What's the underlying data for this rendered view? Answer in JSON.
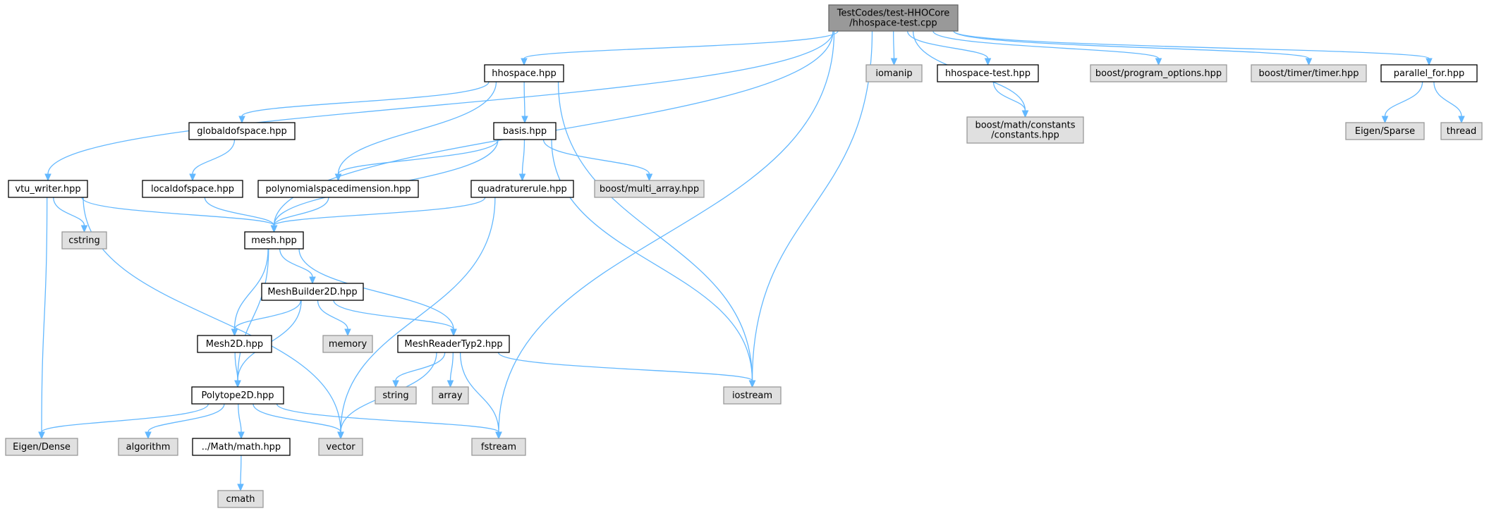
{
  "graph": {
    "edge_color": "#63b8ff",
    "node_styles": {
      "root": {
        "fill": "#999999",
        "stroke": "#666666"
      },
      "local": {
        "fill": "#ffffff",
        "stroke": "#000000"
      },
      "external": {
        "fill": "#e0e0e0",
        "stroke": "#999999"
      }
    },
    "nodes": [
      {
        "id": "root",
        "kind": "root",
        "lines": [
          "TestCodes/test-HHOCore",
          "/hhospace-test.cpp"
        ]
      },
      {
        "id": "vtu_writer",
        "kind": "local",
        "lines": [
          "vtu_writer.hpp"
        ]
      },
      {
        "id": "mesh",
        "kind": "local",
        "lines": [
          "mesh.hpp"
        ]
      },
      {
        "id": "hhospace",
        "kind": "local",
        "lines": [
          "hhospace.hpp"
        ]
      },
      {
        "id": "iostream",
        "kind": "external",
        "lines": [
          "iostream"
        ]
      },
      {
        "id": "fstream",
        "kind": "external",
        "lines": [
          "fstream"
        ]
      },
      {
        "id": "iomanip",
        "kind": "external",
        "lines": [
          "iomanip"
        ]
      },
      {
        "id": "hhospace_test",
        "kind": "local",
        "lines": [
          "hhospace-test.hpp"
        ]
      },
      {
        "id": "boost_constants",
        "kind": "external",
        "lines": [
          "boost/math/constants",
          "/constants.hpp"
        ]
      },
      {
        "id": "boost_po",
        "kind": "external",
        "lines": [
          "boost/program_options.hpp"
        ]
      },
      {
        "id": "boost_timer",
        "kind": "external",
        "lines": [
          "boost/timer/timer.hpp"
        ]
      },
      {
        "id": "parallel_for",
        "kind": "local",
        "lines": [
          "parallel_for.hpp"
        ]
      },
      {
        "id": "eigen_sparse",
        "kind": "external",
        "lines": [
          "Eigen/Sparse"
        ]
      },
      {
        "id": "thread",
        "kind": "external",
        "lines": [
          "thread"
        ]
      },
      {
        "id": "globaldofspace",
        "kind": "local",
        "lines": [
          "globaldofspace.hpp"
        ]
      },
      {
        "id": "basis",
        "kind": "local",
        "lines": [
          "basis.hpp"
        ]
      },
      {
        "id": "localdofspace",
        "kind": "local",
        "lines": [
          "localdofspace.hpp"
        ]
      },
      {
        "id": "polyspacedim",
        "kind": "local",
        "lines": [
          "polynomialspacedimension.hpp"
        ]
      },
      {
        "id": "quadrule",
        "kind": "local",
        "lines": [
          "quadraturerule.hpp"
        ]
      },
      {
        "id": "multi_array",
        "kind": "external",
        "lines": [
          "boost/multi_array.hpp"
        ]
      },
      {
        "id": "cstring",
        "kind": "external",
        "lines": [
          "cstring"
        ]
      },
      {
        "id": "eigen_dense",
        "kind": "external",
        "lines": [
          "Eigen/Dense"
        ]
      },
      {
        "id": "vector",
        "kind": "external",
        "lines": [
          "vector"
        ]
      },
      {
        "id": "meshbuilder",
        "kind": "local",
        "lines": [
          "MeshBuilder2D.hpp"
        ]
      },
      {
        "id": "mesh2d",
        "kind": "local",
        "lines": [
          "Mesh2D.hpp"
        ]
      },
      {
        "id": "memory",
        "kind": "external",
        "lines": [
          "memory"
        ]
      },
      {
        "id": "meshreader",
        "kind": "local",
        "lines": [
          "MeshReaderTyp2.hpp"
        ]
      },
      {
        "id": "polytope",
        "kind": "local",
        "lines": [
          "Polytope2D.hpp"
        ]
      },
      {
        "id": "string",
        "kind": "external",
        "lines": [
          "string"
        ]
      },
      {
        "id": "array",
        "kind": "external",
        "lines": [
          "array"
        ]
      },
      {
        "id": "algorithm",
        "kind": "external",
        "lines": [
          "algorithm"
        ]
      },
      {
        "id": "mathhpp",
        "kind": "local",
        "lines": [
          "../Math/math.hpp"
        ]
      },
      {
        "id": "cmath",
        "kind": "external",
        "lines": [
          "cmath"
        ]
      }
    ],
    "edges": [
      [
        "root",
        "vtu_writer"
      ],
      [
        "root",
        "mesh"
      ],
      [
        "root",
        "hhospace"
      ],
      [
        "root",
        "iostream"
      ],
      [
        "root",
        "fstream"
      ],
      [
        "root",
        "iomanip"
      ],
      [
        "root",
        "hhospace_test"
      ],
      [
        "root",
        "boost_constants"
      ],
      [
        "root",
        "boost_po"
      ],
      [
        "root",
        "boost_timer"
      ],
      [
        "root",
        "parallel_for"
      ],
      [
        "hhospace",
        "globaldofspace"
      ],
      [
        "hhospace",
        "basis"
      ],
      [
        "hhospace",
        "polyspacedim"
      ],
      [
        "hhospace",
        "iostream"
      ],
      [
        "hhospace_test",
        "boost_constants"
      ],
      [
        "parallel_for",
        "eigen_sparse"
      ],
      [
        "parallel_for",
        "thread"
      ],
      [
        "globaldofspace",
        "localdofspace"
      ],
      [
        "basis",
        "polyspacedim"
      ],
      [
        "basis",
        "quadrule"
      ],
      [
        "basis",
        "multi_array"
      ],
      [
        "basis",
        "mesh"
      ],
      [
        "basis",
        "iostream"
      ],
      [
        "localdofspace",
        "mesh"
      ],
      [
        "polyspacedim",
        "mesh"
      ],
      [
        "quadrule",
        "mesh"
      ],
      [
        "quadrule",
        "vector"
      ],
      [
        "vtu_writer",
        "cstring"
      ],
      [
        "vtu_writer",
        "mesh"
      ],
      [
        "vtu_writer",
        "eigen_dense"
      ],
      [
        "vtu_writer",
        "vector"
      ],
      [
        "mesh",
        "meshbuilder"
      ],
      [
        "mesh",
        "mesh2d"
      ],
      [
        "mesh",
        "polytope"
      ],
      [
        "mesh",
        "meshreader"
      ],
      [
        "meshbuilder",
        "mesh2d"
      ],
      [
        "meshbuilder",
        "memory"
      ],
      [
        "meshbuilder",
        "meshreader"
      ],
      [
        "meshbuilder",
        "polytope"
      ],
      [
        "mesh2d",
        "polytope"
      ],
      [
        "meshreader",
        "string"
      ],
      [
        "meshreader",
        "array"
      ],
      [
        "meshreader",
        "vector"
      ],
      [
        "meshreader",
        "fstream"
      ],
      [
        "meshreader",
        "iostream"
      ],
      [
        "polytope",
        "eigen_dense"
      ],
      [
        "polytope",
        "algorithm"
      ],
      [
        "polytope",
        "vector"
      ],
      [
        "polytope",
        "mathhpp"
      ],
      [
        "polytope",
        "fstream"
      ],
      [
        "mathhpp",
        "cmath"
      ]
    ]
  }
}
